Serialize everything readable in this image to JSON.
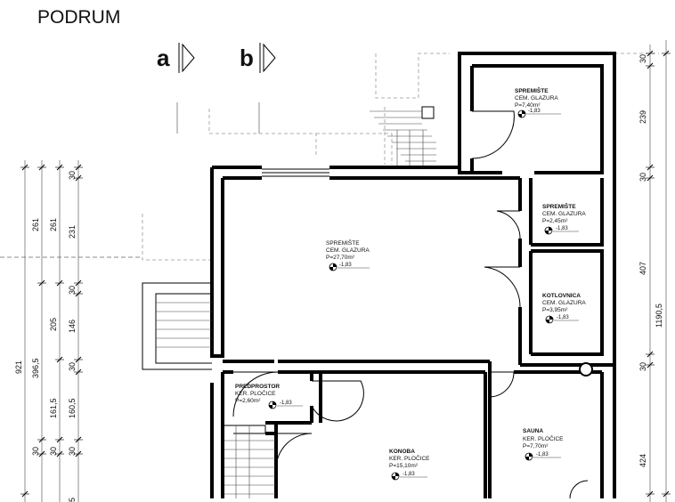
{
  "title": "PODRUM",
  "sections": [
    {
      "label": "a"
    },
    {
      "label": "b"
    }
  ],
  "rooms": [
    {
      "name": "SPREMIŠTE",
      "finish": "CEM. GLAZURA",
      "area": "P=7,40m²",
      "level": "-1,83"
    },
    {
      "name": "SPREMIŠTE",
      "finish": "CEM. GLAZURA",
      "area": "P=2,45m²",
      "level": "-1,83"
    },
    {
      "name": "SPREMIŠTE",
      "finish": "CEM. GLAZURA",
      "area": "P=27,70m²",
      "level": "-1,83"
    },
    {
      "name": "KOTLOVNICA",
      "finish": "CEM. GLAZURA",
      "area": "P=3,95m²",
      "level": "-1,83"
    },
    {
      "name": "PREDPROSTOR",
      "finish": "KER. PLOČICE",
      "area": "P=2,60m²",
      "level": "-1,83"
    },
    {
      "name": "KONOBA",
      "finish": "KER. PLOČICE",
      "area": "P=15,10m²",
      "level": "-1,83"
    },
    {
      "name": "SAUNA",
      "finish": "KER. PLOČICE",
      "area": "P=7,70m²",
      "level": "-1,83"
    }
  ],
  "dimensions": {
    "right_inner": [
      "30",
      "239",
      "30",
      "407",
      "30",
      "424"
    ],
    "right_outer": [
      "1190,5"
    ],
    "left_col1": [
      "921"
    ],
    "left_col2": [
      "261",
      "396,5",
      "30"
    ],
    "left_col3": [
      "261",
      "205",
      "161,5",
      "30"
    ],
    "left_col4": [
      "30",
      "231",
      "30",
      "146",
      "30",
      "160,5",
      "30",
      "5"
    ]
  }
}
